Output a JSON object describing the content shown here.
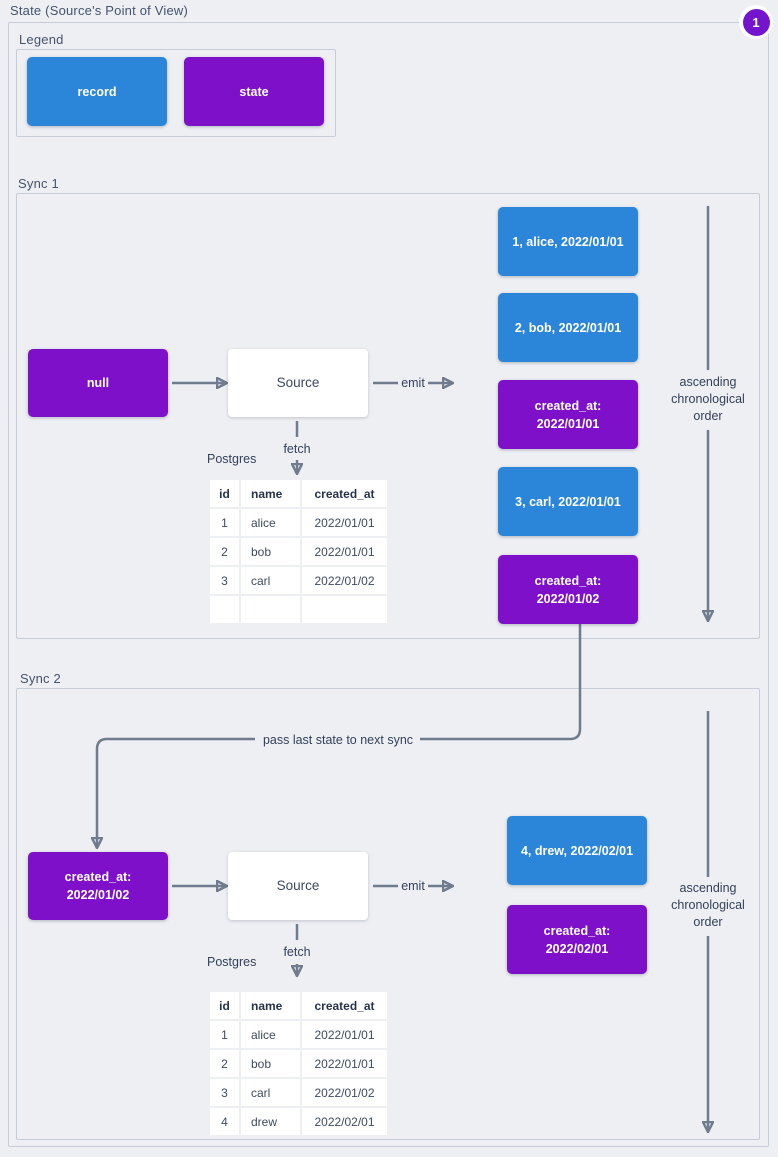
{
  "diagram": {
    "title": "State (Source's Point of View)",
    "badge": "1"
  },
  "colors": {
    "record": "#2b85d8",
    "state": "#7d10c8",
    "badge": "#7414cc",
    "arrow": "#6e7c8e",
    "frame_border": "#c6cdd8",
    "background": "#edeff3"
  },
  "legend": {
    "label": "Legend",
    "items": [
      {
        "type": "record",
        "label": "record"
      },
      {
        "type": "state",
        "label": "state"
      }
    ]
  },
  "sync1": {
    "label": "Sync 1",
    "input_state": {
      "line1": "null",
      "line2": ""
    },
    "source_label": "Source",
    "emit_label": "emit",
    "fetch_label": "fetch",
    "db_label": "Postgres",
    "order_label": "ascending chronological order",
    "table": {
      "headers": [
        "id",
        "name",
        "created_at"
      ],
      "rows": [
        [
          "1",
          "alice",
          "2022/01/01"
        ],
        [
          "2",
          "bob",
          "2022/01/01"
        ],
        [
          "3",
          "carl",
          "2022/01/02"
        ],
        [
          "",
          "",
          ""
        ]
      ]
    },
    "emitted": [
      {
        "type": "record",
        "line1": "1, alice, 2022/01/01",
        "line2": ""
      },
      {
        "type": "record",
        "line1": "2, bob, 2022/01/01",
        "line2": ""
      },
      {
        "type": "state",
        "line1": "created_at:",
        "line2": "2022/01/01"
      },
      {
        "type": "record",
        "line1": "3, carl, 2022/01/01",
        "line2": ""
      },
      {
        "type": "state",
        "line1": "created_at:",
        "line2": "2022/01/02"
      }
    ]
  },
  "connector": {
    "label": "pass last state to next sync"
  },
  "sync2": {
    "label": "Sync 2",
    "input_state": {
      "line1": "created_at:",
      "line2": "2022/01/02"
    },
    "source_label": "Source",
    "emit_label": "emit",
    "fetch_label": "fetch",
    "db_label": "Postgres",
    "order_label": "ascending chronological order",
    "table": {
      "headers": [
        "id",
        "name",
        "created_at"
      ],
      "rows": [
        [
          "1",
          "alice",
          "2022/01/01"
        ],
        [
          "2",
          "bob",
          "2022/01/01"
        ],
        [
          "3",
          "carl",
          "2022/01/02"
        ],
        [
          "4",
          "drew",
          "2022/02/01"
        ]
      ]
    },
    "emitted": [
      {
        "type": "record",
        "line1": "4, drew, 2022/02/01",
        "line2": ""
      },
      {
        "type": "state",
        "line1": "created_at:",
        "line2": "2022/02/01"
      }
    ]
  }
}
